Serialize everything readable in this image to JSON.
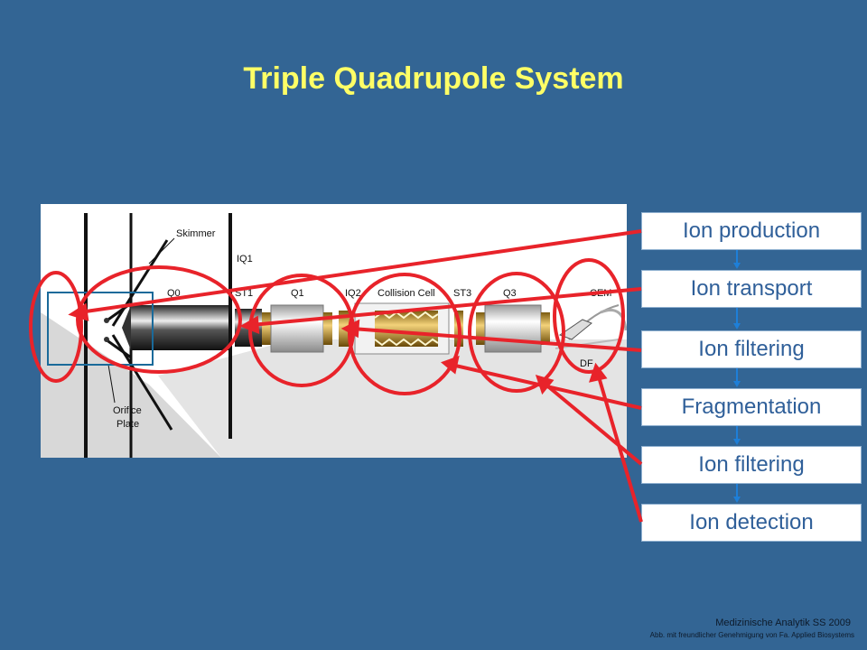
{
  "title": "Triple Quadrupole System",
  "diagram": {
    "labels": {
      "skimmer": "Skimmer",
      "iq1": "IQ1",
      "q0": "Q0",
      "st1": "ST1",
      "q1": "Q1",
      "iq2": "IQ2",
      "collision_cell": "Collision Cell",
      "st3": "ST3",
      "q3": "Q3",
      "cem": "CEM",
      "df": "DF",
      "orifice_line1": "Orifice",
      "orifice_line2": "Plate"
    }
  },
  "steps": [
    {
      "label": "Ion production"
    },
    {
      "label": "Ion transport"
    },
    {
      "label": "Ion filtering"
    },
    {
      "label": "Fragmentation"
    },
    {
      "label": "Ion filtering"
    },
    {
      "label": "Ion detection"
    }
  ],
  "footer": {
    "course": "Medizinische Analytik SS 2009",
    "credit": "Abb. mit freundlicher Genehmigung von Fa. Applied Biosystems"
  },
  "colors": {
    "background": "#336594",
    "title": "#ffff66",
    "highlight": "#e8232a",
    "step_text": "#2f5f99"
  }
}
